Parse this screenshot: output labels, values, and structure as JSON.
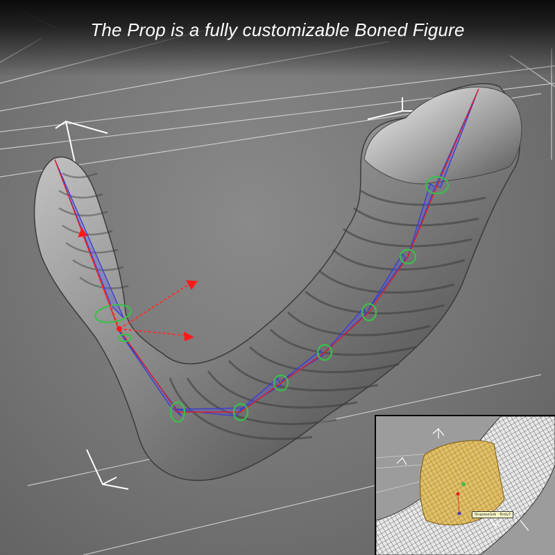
{
  "headline": "The Prop is a fully customizable Boned Figure",
  "inset": {
    "tooltip": "ShapeesGob : Body3"
  },
  "colors": {
    "background": "#7a7a7a",
    "grid_lines": "#e8e8e8",
    "bone_red": "#e02020",
    "bone_blue": "#3a3acf",
    "joint_green": "#3ac04a",
    "selection_yellow": "#e8c860"
  },
  "icons": [
    "bone-chain",
    "rotation-gizmo",
    "bounding-box"
  ]
}
